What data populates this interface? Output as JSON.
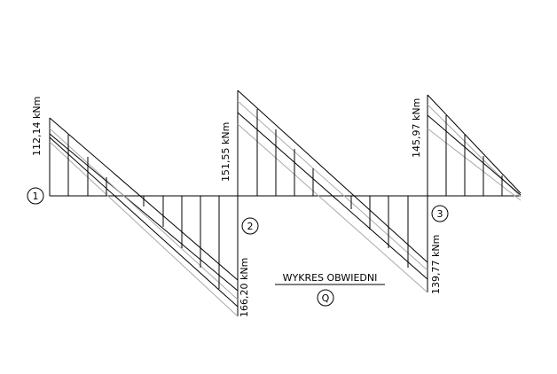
{
  "diagram": {
    "title": "WYKRES OBWIEDNI",
    "symbol": "Q",
    "supports": [
      {
        "id": "1",
        "label": "1"
      },
      {
        "id": "2",
        "label": "2"
      },
      {
        "id": "3",
        "label": "3"
      }
    ],
    "values": [
      {
        "id": "support-1-max",
        "text": "112,14 kNm"
      },
      {
        "id": "support-2-max",
        "text": "151,55 kNm"
      },
      {
        "id": "support-2-min",
        "text": "166,20 kNm"
      },
      {
        "id": "support-3-max",
        "text": "145,97 kNm"
      },
      {
        "id": "support-3-min",
        "text": "139,77 kNm"
      }
    ],
    "colors": {
      "envelope_line": "#000000",
      "secondary_line": "#999999",
      "axis": "#000000"
    }
  }
}
